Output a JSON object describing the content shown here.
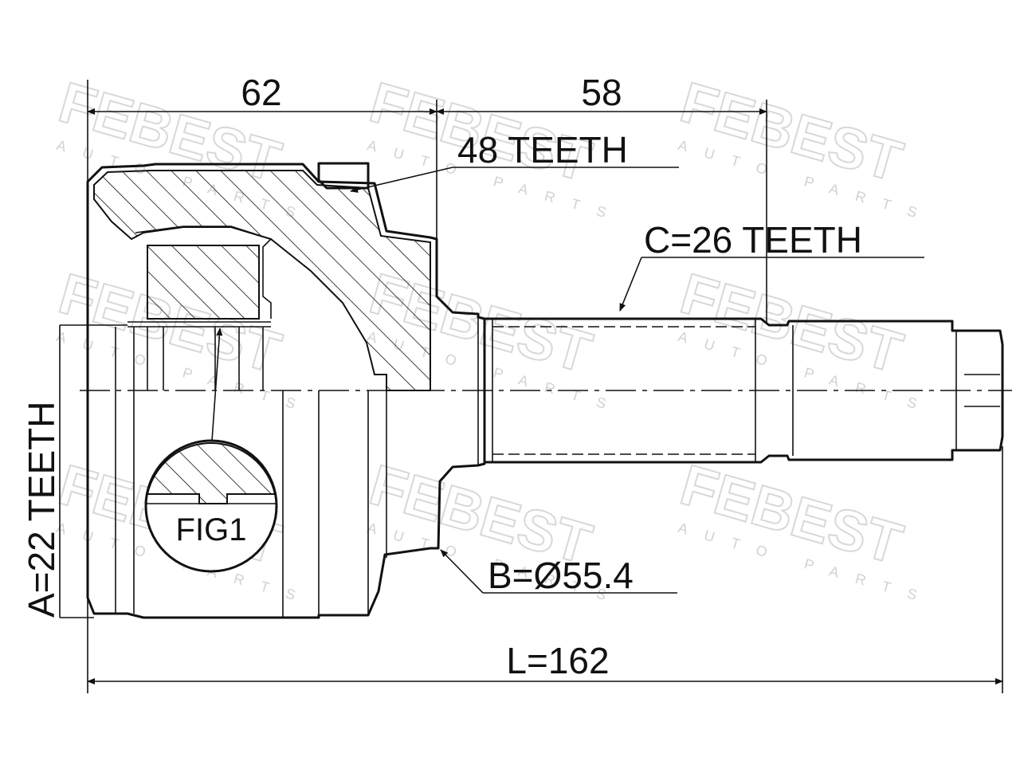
{
  "watermark": {
    "brand": "FEBEST",
    "tagline": "AUTO PARTS"
  },
  "dimensions": {
    "dim_62": "62",
    "dim_58": "58",
    "length": "L=162"
  },
  "callouts": {
    "teeth_48": "48 TEETH",
    "teeth_c": "C=26 TEETH",
    "diameter_b": "B=Ø55.4",
    "teeth_a": "A=22 TEETH",
    "fig": "FIG1"
  },
  "colors": {
    "line": "#111111",
    "watermark": "#d8d8d8",
    "background": "#ffffff"
  }
}
